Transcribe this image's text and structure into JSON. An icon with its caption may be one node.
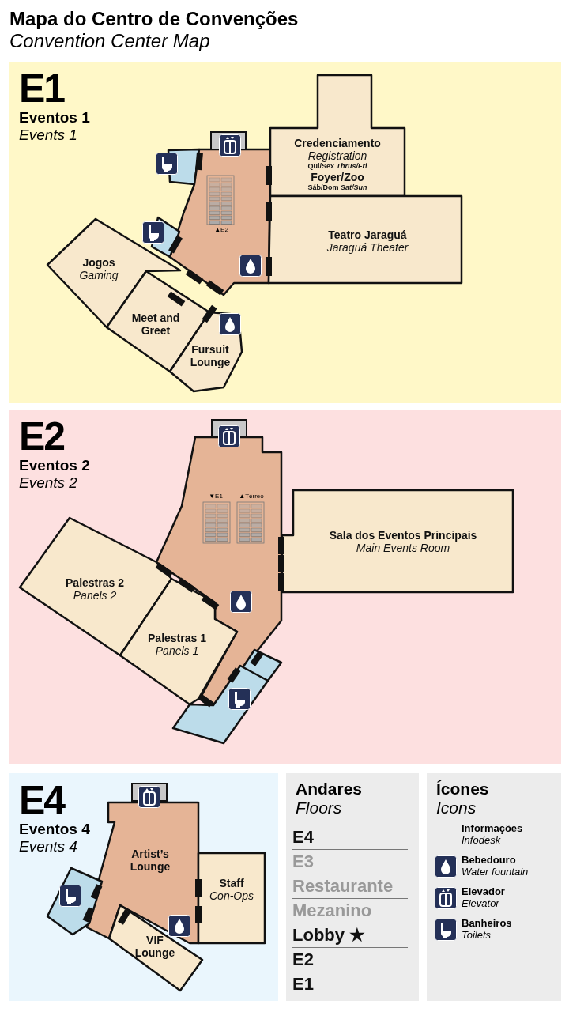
{
  "diagram": {
    "title": "Mapa do Centro de Convenções *Convention Center Map*",
    "nodes": [
      {
        "text": [
          "E1",
          "Eventos 1",
          "Events 1"
        ]
      },
      {
        "text": [],
        "shape": "box",
        "in": 0
      },
      {
        "text": [],
        "shape": "box",
        "in": 0
      },
      {
        "text": [
          "Credenciamento",
          "Registration",
          "Qui/Sex *Thrus/Fri*",
          "Foyer/Zoo",
          "Sáb/Dom *Sat/Sun*"
        ],
        "in": 0
      },
      {
        "text": [],
        "shape": "box",
        "in": 0
      },
      {
        "text": [
          "Teatro Jaraguá",
          "Jaraguá Theater"
        ],
        "in": 0
      },
      {
        "text": [
          "Jogos",
          "Gaming"
        ],
        "in": 0
      },
      {
        "text": [
          "Meet and Greet"
        ],
        "in": 0
      },
      {
        "text": [
          "Fursuit Lounge"
        ],
        "in": 0
      },
      {
        "text": [
          "E2",
          "Eventos 2",
          "Events 2"
        ]
      },
      {
        "text": [],
        "shape": "box",
        "in": 9
      },
      {
        "text": [
          "Sala dos Eventos Principais",
          "Main Events Room"
        ],
        "in": 9
      },
      {
        "text": [
          "Palestras 2",
          "Panels 2"
        ],
        "in": 9
      },
      {
        "text": [
          "Palestras 1",
          "Panels 1"
        ],
        "in": 9
      },
      {
        "text": [],
        "shape": "box",
        "in": 9
      },
      {
        "text": [],
        "shape": "box",
        "in": 9
      },
      {
        "text": [
          "E4",
          "Eventos 4",
          "Events 4"
        ]
      },
      {
        "text": [
          "Artist’s Lounge"
        ],
        "in": 16
      },
      {
        "text": [
          "Staff",
          "Con-Ops"
        ],
        "in": 16
      },
      {
        "text": [],
        "shape": "box",
        "in": 16
      },
      {
        "text": [
          "VIF Lounge"
        ],
        "in": 16
      },
      {
        "text": [
          "Andares",
          "Floors"
        ]
      },
      {
        "text": [
          "Ícones",
          "Icons"
        ]
      }
    ],
    "labels": [
      "▲E2",
      "▼E1",
      "▲Térreo",
      "E4",
      "E3",
      "Restaurante",
      "Mezanino",
      "Lobby ★",
      "E2",
      "E1"
    ],
    "legend": [
      {
        "text": "Informações *Infodesk*"
      },
      {
        "text": "Bebedouro *Water fountain*"
      },
      {
        "text": "Elevador *Elevator*"
      },
      {
        "text": "Banheiros *Toilets*"
      }
    ]
  }
}
